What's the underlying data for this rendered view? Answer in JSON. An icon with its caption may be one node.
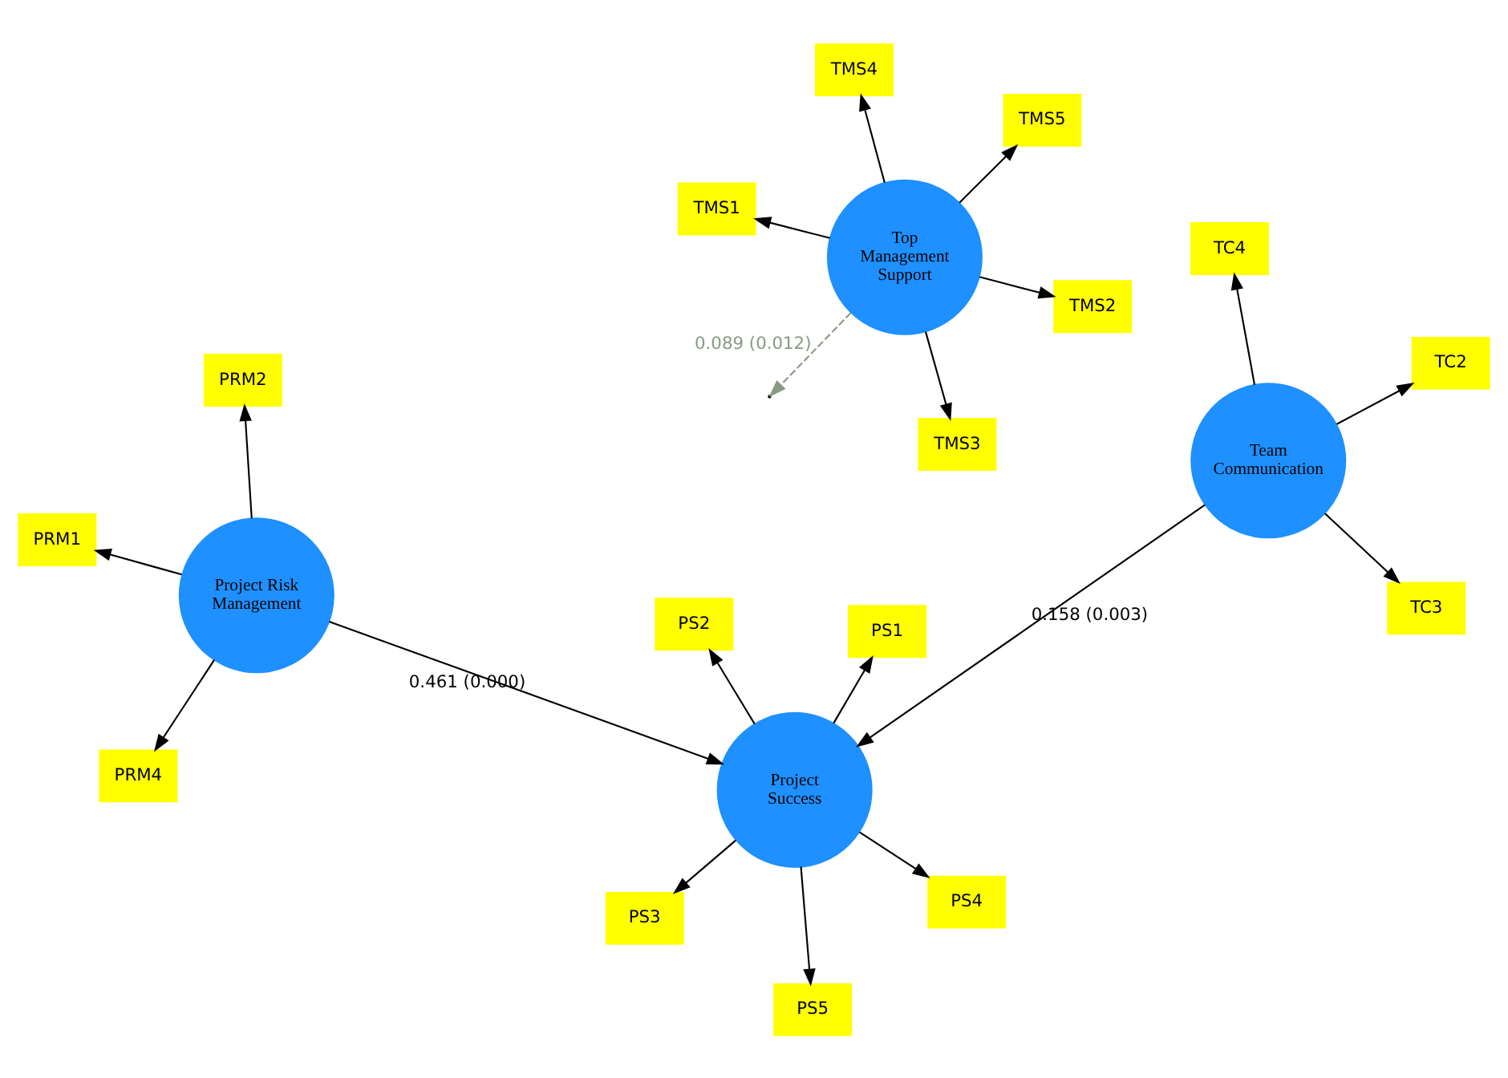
{
  "diagram": {
    "nodes": [
      {
        "text": [
          "TMS1"
        ]
      },
      {
        "text": [
          "TMS2"
        ]
      },
      {
        "text": [
          "TMS3"
        ]
      },
      {
        "text": [
          "TMS4"
        ]
      },
      {
        "text": [
          "TMS5"
        ]
      },
      {
        "text": [
          "Top Management Support"
        ]
      },
      {
        "text": [
          "PRM1"
        ]
      },
      {
        "text": [
          "PRM2"
        ]
      },
      {
        "text": [
          "PRM4"
        ]
      },
      {
        "text": [
          "Project Risk Management"
        ]
      },
      {
        "text": [
          "PS1"
        ]
      },
      {
        "text": [
          "PS2"
        ]
      },
      {
        "text": [
          "PS3"
        ]
      },
      {
        "text": [
          "PS4"
        ]
      },
      {
        "text": [
          "PS5"
        ]
      },
      {
        "text": [
          "TC2"
        ]
      },
      {
        "text": [
          "TC3"
        ]
      },
      {
        "text": [
          "TC4"
        ]
      },
      {
        "text": [
          "Project Success"
        ]
      },
      {
        "text": [
          "Team Communication"
        ]
      }
    ],
    "edges": [
      {
        "from": 5,
        "to": 0,
        "arrow": "to"
      },
      {
        "from": 5,
        "to": 1,
        "arrow": "to"
      },
      {
        "from": 5,
        "to": 2,
        "arrow": "to"
      },
      {
        "from": 5,
        "to": 3,
        "arrow": "to"
      },
      {
        "from": 5,
        "to": 4,
        "arrow": "to"
      },
      {
        "from": 9,
        "to": 6,
        "arrow": "to"
      },
      {
        "from": 9,
        "to": 7,
        "arrow": "to"
      },
      {
        "from": 9,
        "to": 8,
        "arrow": "to"
      },
      {
        "from": 18,
        "to": 10,
        "arrow": "to"
      },
      {
        "from": 18,
        "to": 11,
        "arrow": "to"
      },
      {
        "from": 18,
        "to": 12,
        "arrow": "to"
      },
      {
        "from": 18,
        "to": 13,
        "arrow": "to"
      },
      {
        "from": 18,
        "to": 14,
        "arrow": "to"
      },
      {
        "from": 19,
        "to": 15,
        "arrow": "to"
      },
      {
        "from": 19,
        "to": 16,
        "arrow": "to"
      },
      {
        "from": 19,
        "to": 17,
        "arrow": "to"
      },
      {
        "from": 9,
        "to": 18,
        "arrow": "to",
        "label": "0.461 (0.000)"
      },
      {
        "from": 19,
        "to": 18,
        "arrow": "to",
        "label": "0.158 (0.003)"
      },
      {
        "from": 5,
        "to": null,
        "arrow": "to",
        "label": "0.089 (0.012)",
        "style": "dashed",
        "color": "#8a9a84"
      }
    ]
  }
}
